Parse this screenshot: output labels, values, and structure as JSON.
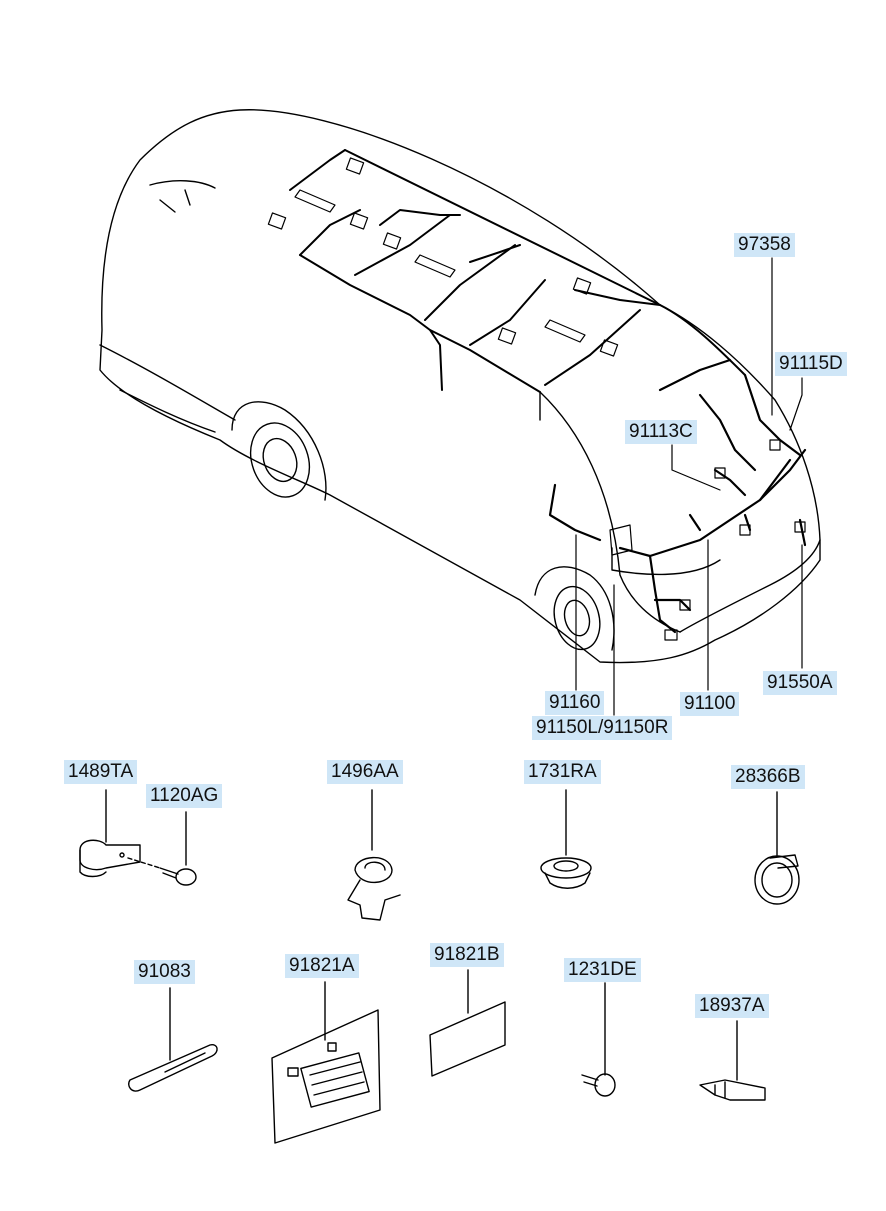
{
  "parts": {
    "p97358": "97358",
    "p91115D": "91115D",
    "p91113C": "91113C",
    "p91160": "91160",
    "p91100": "91100",
    "p91550A": "91550A",
    "p91150": "91150L/91150R",
    "p1489TA": "1489TA",
    "p1120AG": "1120AG",
    "p1496AA": "1496AA",
    "p1731RA": "1731RA",
    "p28366B": "28366B",
    "p91083": "91083",
    "p91821A": "91821A",
    "p91821B": "91821B",
    "p1231DE": "1231DE",
    "p18937A": "18937A"
  },
  "colors": {
    "label_bg": "#cfe6f7",
    "line": "#000000"
  }
}
